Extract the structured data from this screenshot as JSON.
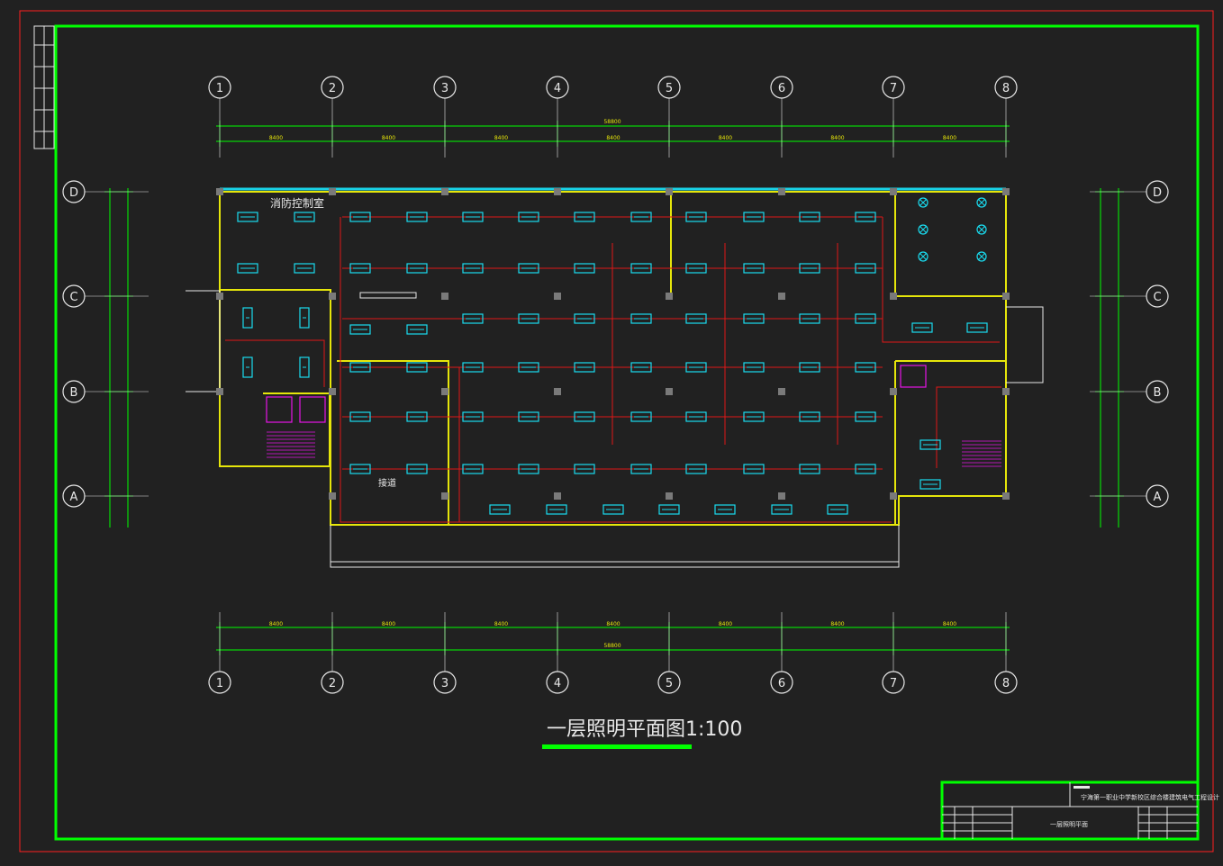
{
  "drawing": {
    "title": "一层照明平面图1:100",
    "rooms": {
      "fire_control": "消防控制室",
      "corridor": "接道"
    },
    "axes": {
      "columns": [
        "1",
        "2",
        "3",
        "4",
        "5",
        "6",
        "7",
        "8"
      ],
      "rows": [
        "D",
        "C",
        "B",
        "A"
      ]
    },
    "dimensions": {
      "top_total": "58800",
      "top_bays": [
        "8400",
        "8400",
        "8400",
        "8400",
        "8400",
        "8400",
        "8400"
      ],
      "bottom_total": "58800",
      "bottom_bays": [
        "8400",
        "8400",
        "8400",
        "8400",
        "8400",
        "8400",
        "8400"
      ]
    },
    "title_block": {
      "project": "宁海第一职业中学新校区综合楼建筑电气工程设计",
      "sheet_name": "一层照明平面"
    }
  },
  "colors": {
    "background": "#212121",
    "border_green": "#00ff00",
    "border_red": "#ff2020",
    "wall_yellow": "#e6e60a",
    "window_cyan": "#19d2e6",
    "fixture_cyan": "#19dcf0",
    "wire_red": "#e01818",
    "magenta": "#e614e6",
    "white": "#e8e8e8"
  }
}
